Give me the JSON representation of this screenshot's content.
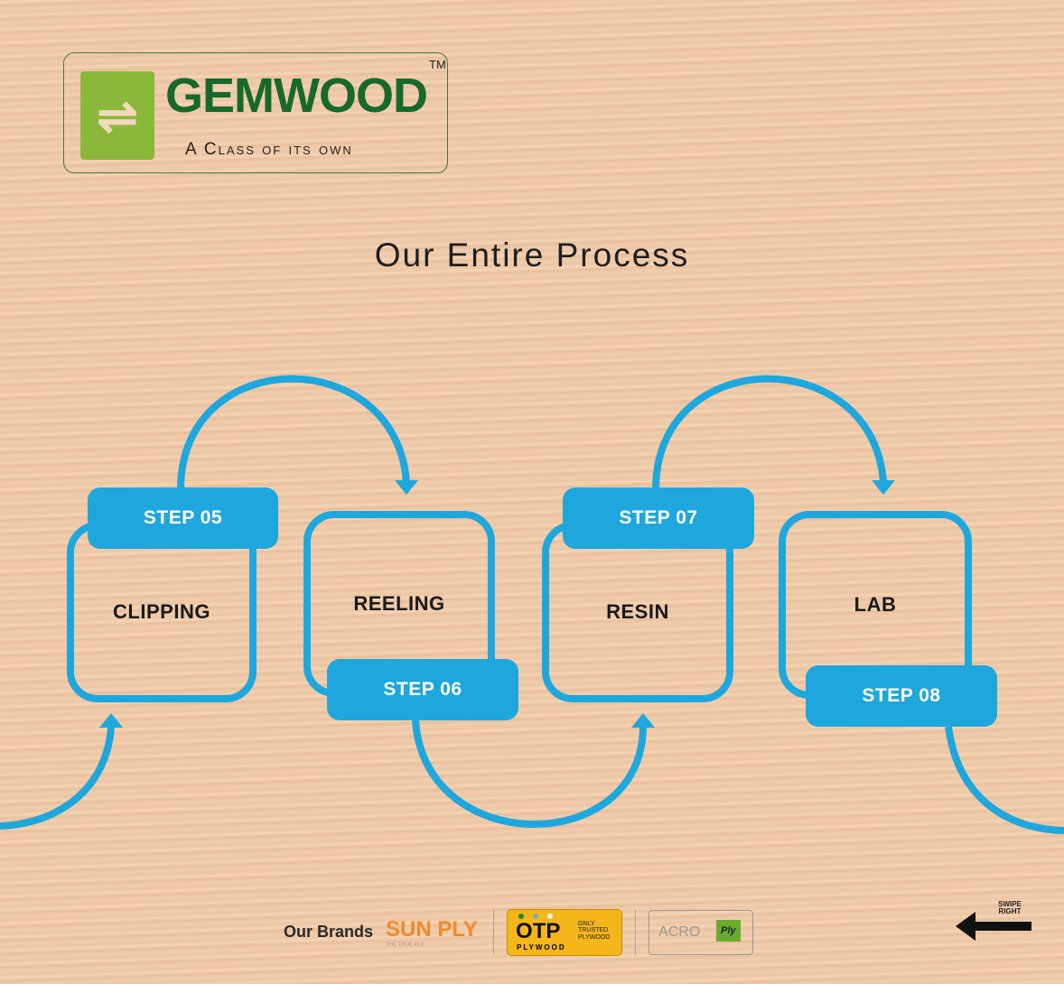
{
  "logo": {
    "brand": "GEMWOOD",
    "tm": "TM",
    "tagline": "A Class of its own"
  },
  "title": "Our Entire Process",
  "steps": [
    {
      "label": "STEP 05",
      "name": "CLIPPING"
    },
    {
      "label": "STEP 06",
      "name": "REELING"
    },
    {
      "label": "STEP 07",
      "name": "RESIN"
    },
    {
      "label": "STEP 08",
      "name": "LAB"
    }
  ],
  "brands": {
    "label": "Our Brands",
    "sunply": "SUN PLY",
    "sunply_tag": "THE TRUE PLY",
    "otp": "OTP",
    "otp_sub": "PLYWOOD",
    "otp_tag": "ONLY TRUSTED PLYWOOD",
    "acro": "ACRO",
    "acro_ply": "Ply"
  },
  "swipe": {
    "text": "SWIPE RIGHT"
  },
  "colors": {
    "accent": "#1ea7dd",
    "brand_green": "#16692b"
  }
}
